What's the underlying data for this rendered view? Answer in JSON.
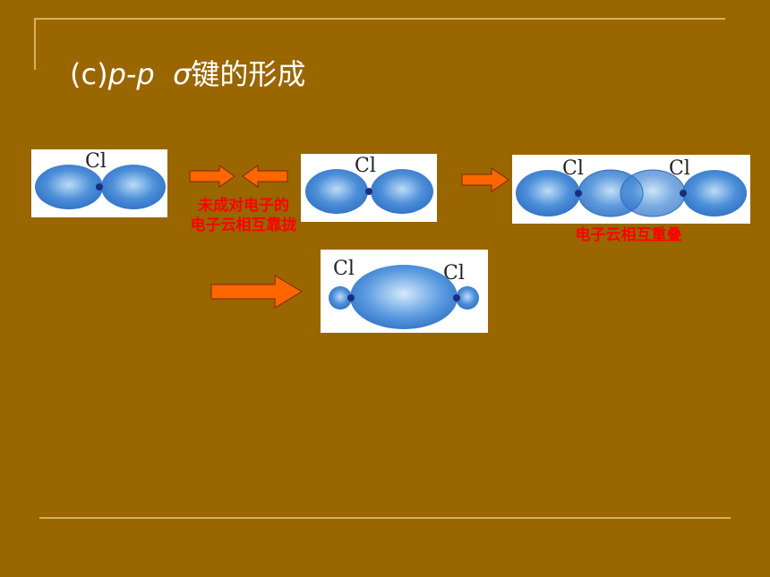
{
  "title": {
    "prefix": "(c)",
    "orbital": "p-p",
    "sigma": "σ",
    "suffix": "键的形成"
  },
  "atom_label": "Cl",
  "captions": {
    "approach_line1": "未成对电子的",
    "approach_line2": "电子云相互靠拢",
    "overlap": "电子云相互重叠"
  },
  "colors": {
    "background": "#996600",
    "accent_line": "#d6b25a",
    "arrow_fill": "#ff6600",
    "caption_text": "#ff0000",
    "orbital_blue": "#4a8fd6"
  }
}
